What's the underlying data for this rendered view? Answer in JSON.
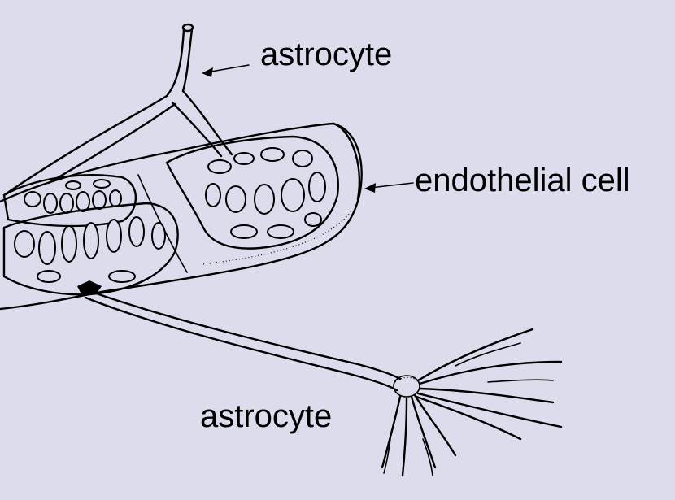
{
  "background": "#dcdcec",
  "labels": {
    "astrocyte_top": "astrocyte",
    "endothelial_cell": "endothelial cell",
    "astrocyte_bottom": "astrocyte"
  }
}
